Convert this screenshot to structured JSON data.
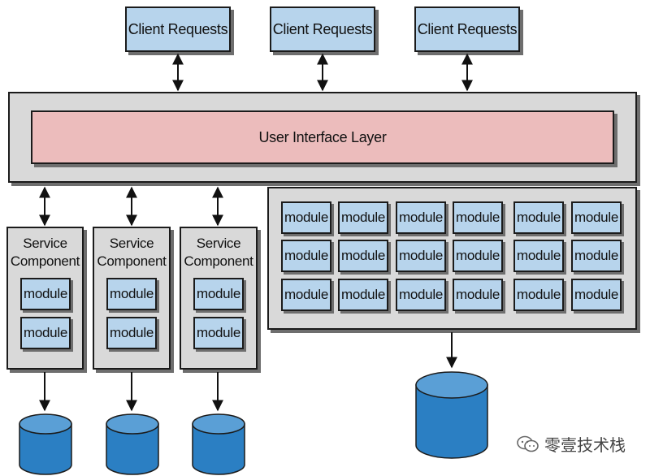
{
  "clients": [
    "Client Requests",
    "Client Requests",
    "Client Requests"
  ],
  "ui_layer": {
    "label": "User Interface Layer"
  },
  "services": [
    {
      "title_line1": "Service",
      "title_line2": "Component",
      "modules": [
        "module",
        "module"
      ]
    },
    {
      "title_line1": "Service",
      "title_line2": "Component",
      "modules": [
        "module",
        "module"
      ]
    },
    {
      "title_line1": "Service",
      "title_line2": "Component",
      "modules": [
        "module",
        "module"
      ]
    }
  ],
  "monolith": {
    "rows": [
      [
        "module",
        "module",
        "module",
        "module",
        "module",
        "module"
      ],
      [
        "module",
        "module",
        "module",
        "module",
        "module",
        "module"
      ],
      [
        "module",
        "module",
        "module",
        "module",
        "module",
        "module"
      ]
    ]
  },
  "watermark": {
    "text": "零壹技术栈",
    "icon": "wechat-icon"
  },
  "colors": {
    "module": "#b7d4ec",
    "ui_layer": "#ecbcbc",
    "panel": "#d9d9d9",
    "database": "#2b7fc3"
  }
}
